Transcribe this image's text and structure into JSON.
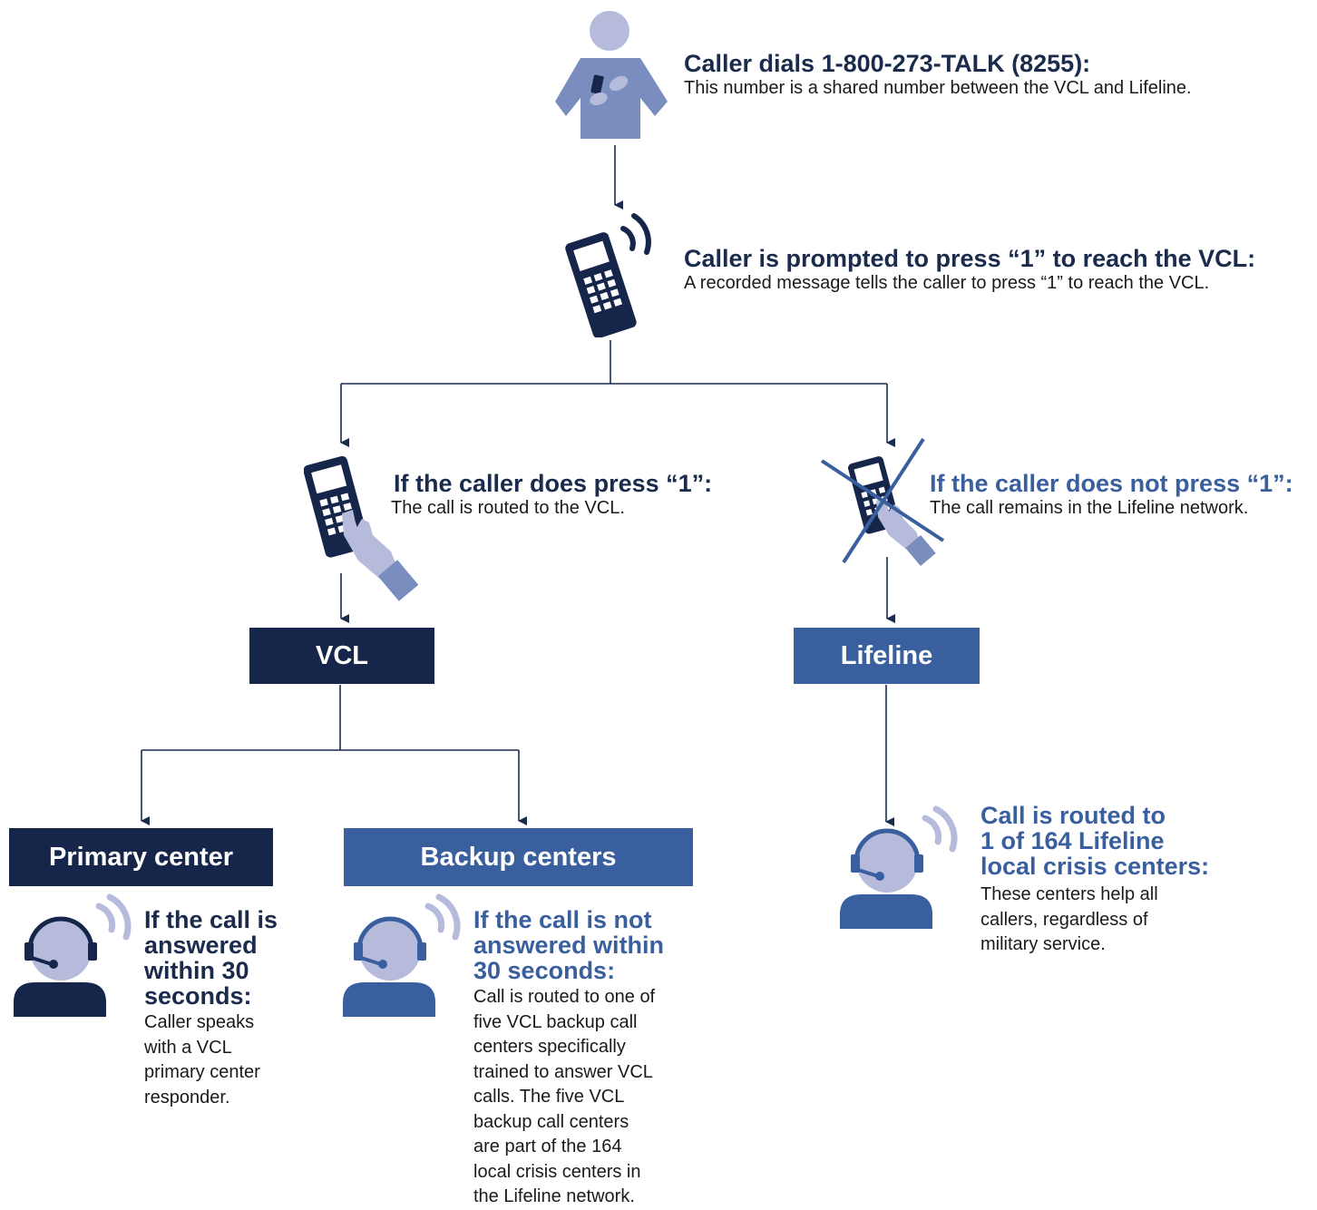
{
  "colors": {
    "navy": "#16264a",
    "blue": "#3a5f9e",
    "light_blue": "#b6bbdc",
    "mid_blue": "#7a8dbf",
    "line": "#1a2b4c"
  },
  "icons": [
    "person-icon",
    "cell-phone-icon",
    "phone-press-icon",
    "phone-crossed-out-icon",
    "headset-responder-icon"
  ],
  "steps": {
    "dial": {
      "heading": "Caller dials 1-800-273-TALK (8255):",
      "text": "This number is a shared number between the VCL and Lifeline."
    },
    "prompt": {
      "heading": "Caller is prompted to press “1” to reach the VCL:",
      "text": "A recorded message tells the caller to press “1” to reach the VCL."
    },
    "press": {
      "heading": "If the caller does press “1”:",
      "text": "The call is routed to the VCL."
    },
    "no_press": {
      "heading": "If the caller does not press “1”:",
      "text": "The call remains in the Lifeline network."
    }
  },
  "boxes": {
    "vcl": "VCL",
    "lifeline": "Lifeline",
    "primary": "Primary center",
    "backup": "Backup centers"
  },
  "outcomes": {
    "primary": {
      "heading": [
        "If the call is",
        "answered",
        "within 30",
        "seconds:"
      ],
      "text": [
        "Caller speaks",
        "with a VCL",
        "primary center",
        "responder."
      ]
    },
    "backup": {
      "heading": [
        "If the call is not",
        "answered within",
        "30 seconds:"
      ],
      "text": [
        "Call is routed to one of",
        "five VCL backup call",
        "centers specifically",
        "trained to answer VCL",
        "calls. The five VCL",
        "backup call centers",
        "are part of the 164",
        "local crisis centers in",
        "the Lifeline network."
      ]
    },
    "lifeline": {
      "heading": [
        "Call is routed to",
        "1 of 164 Lifeline",
        "local crisis centers:"
      ],
      "text": [
        "These centers help all",
        "callers, regardless of",
        "military service."
      ]
    }
  }
}
